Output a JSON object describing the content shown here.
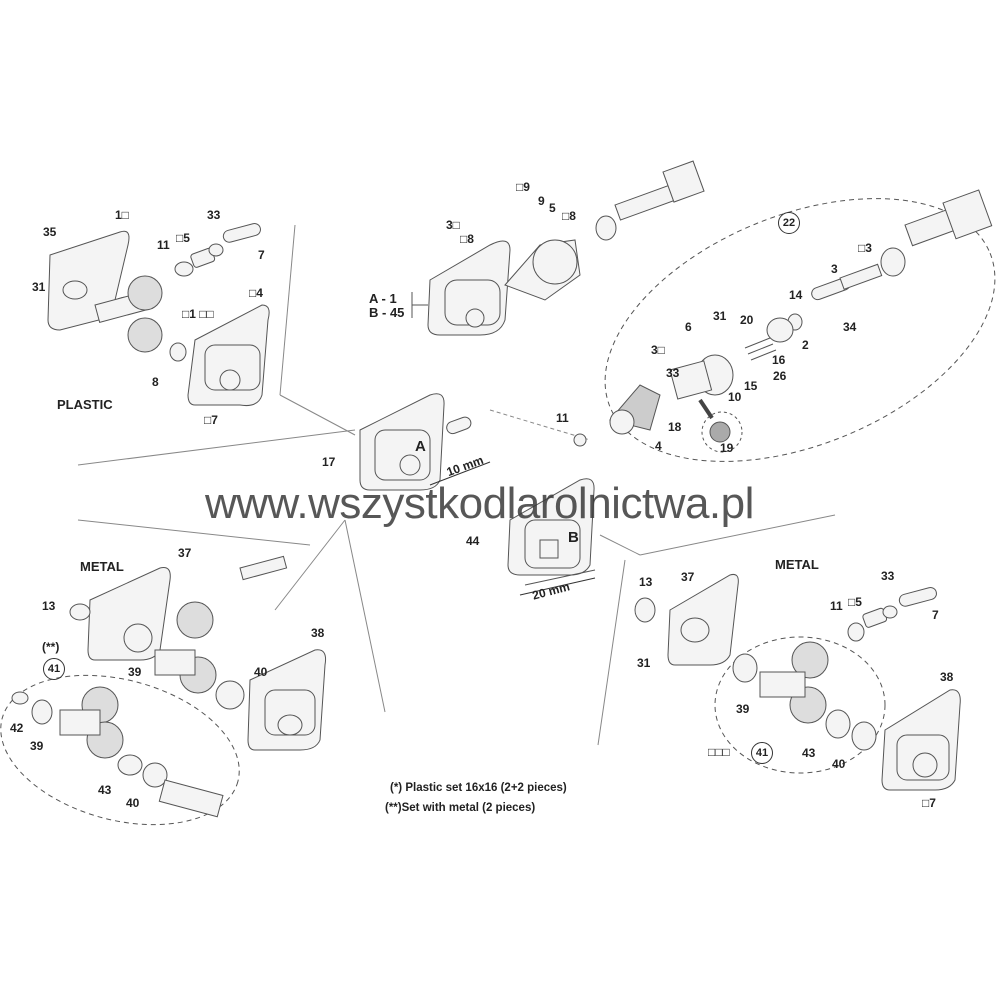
{
  "watermark": "www.wszystkodlarolnictwa.pl",
  "notes": {
    "plastic_set": "(*) Plastic set 16x16 (2+2 pieces)",
    "metal_set": "(**)Set with metal (2 pieces)"
  },
  "section_labels": {
    "plastic": "PLASTIC",
    "metal_left": "METAL",
    "metal_right": "METAL"
  },
  "variant_labels": {
    "a": "A",
    "b": "B",
    "a_ref": "A -  1",
    "b_ref": "B - 45",
    "dim_a": "10 mm",
    "dim_b": "20 mm"
  },
  "part_labels": [
    "1□",
    "35",
    "33",
    "11",
    "□5",
    "7",
    "31",
    "□1 □□",
    "□4",
    "8",
    "□7",
    "□9",
    "9",
    "5",
    "□8",
    "3□",
    "□8",
    "22",
    "□3",
    "3",
    "14",
    "31",
    "20",
    "6",
    "2",
    "3□",
    "16",
    "33",
    "15",
    "26",
    "10",
    "34",
    "11",
    "18",
    "4",
    "19",
    "17",
    "44",
    "37",
    "13",
    "(**)",
    "41",
    "38",
    "39",
    "40",
    "42",
    "39",
    "43",
    "40",
    "37",
    "33",
    "13",
    "□5",
    "11",
    "7",
    "31",
    "38",
    "39",
    "□□□",
    "41",
    "43",
    "40",
    "□7"
  ]
}
